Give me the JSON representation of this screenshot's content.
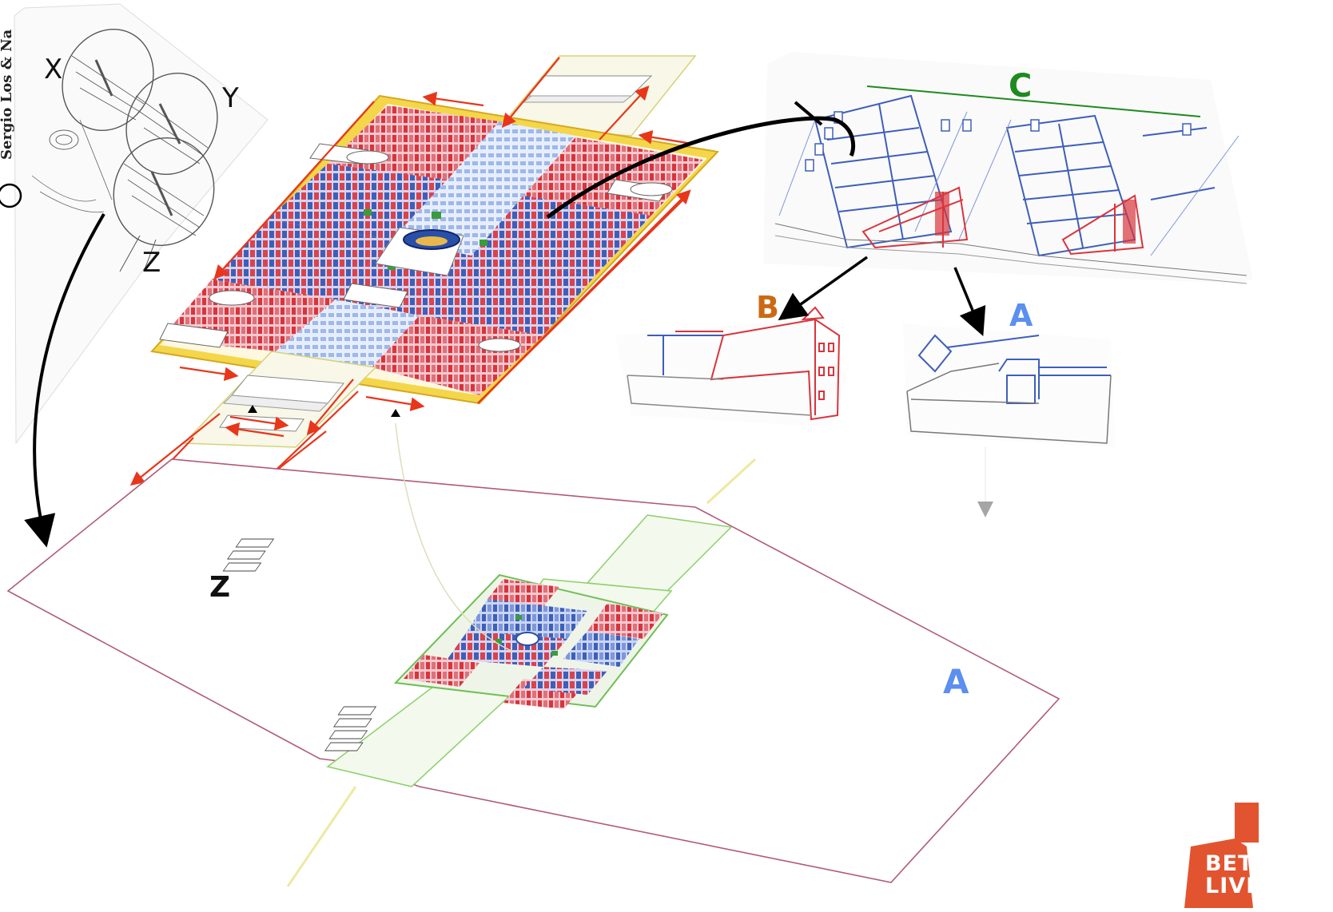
{
  "sketch": {
    "label_x": "X",
    "label_y": "Y",
    "label_z": "Z"
  },
  "side_caption": "Sergio Los & Na",
  "labels": {
    "z": "Z",
    "a_large": "A",
    "c": "C",
    "b": "B",
    "a_small": "A"
  },
  "colors": {
    "c_label": "#1f8a1f",
    "b_label": "#cc6a14",
    "a_label": "#5b8ff0",
    "arrow_red": "#e8361a",
    "block_red": "#d9343c",
    "block_blue": "#3e5fb8",
    "block_green": "#3b9c3b",
    "site_outline": "#b05a7a",
    "logo_bg": "#e2542f"
  },
  "logo": {
    "line1": "BETTER",
    "line2": "LIVING"
  }
}
